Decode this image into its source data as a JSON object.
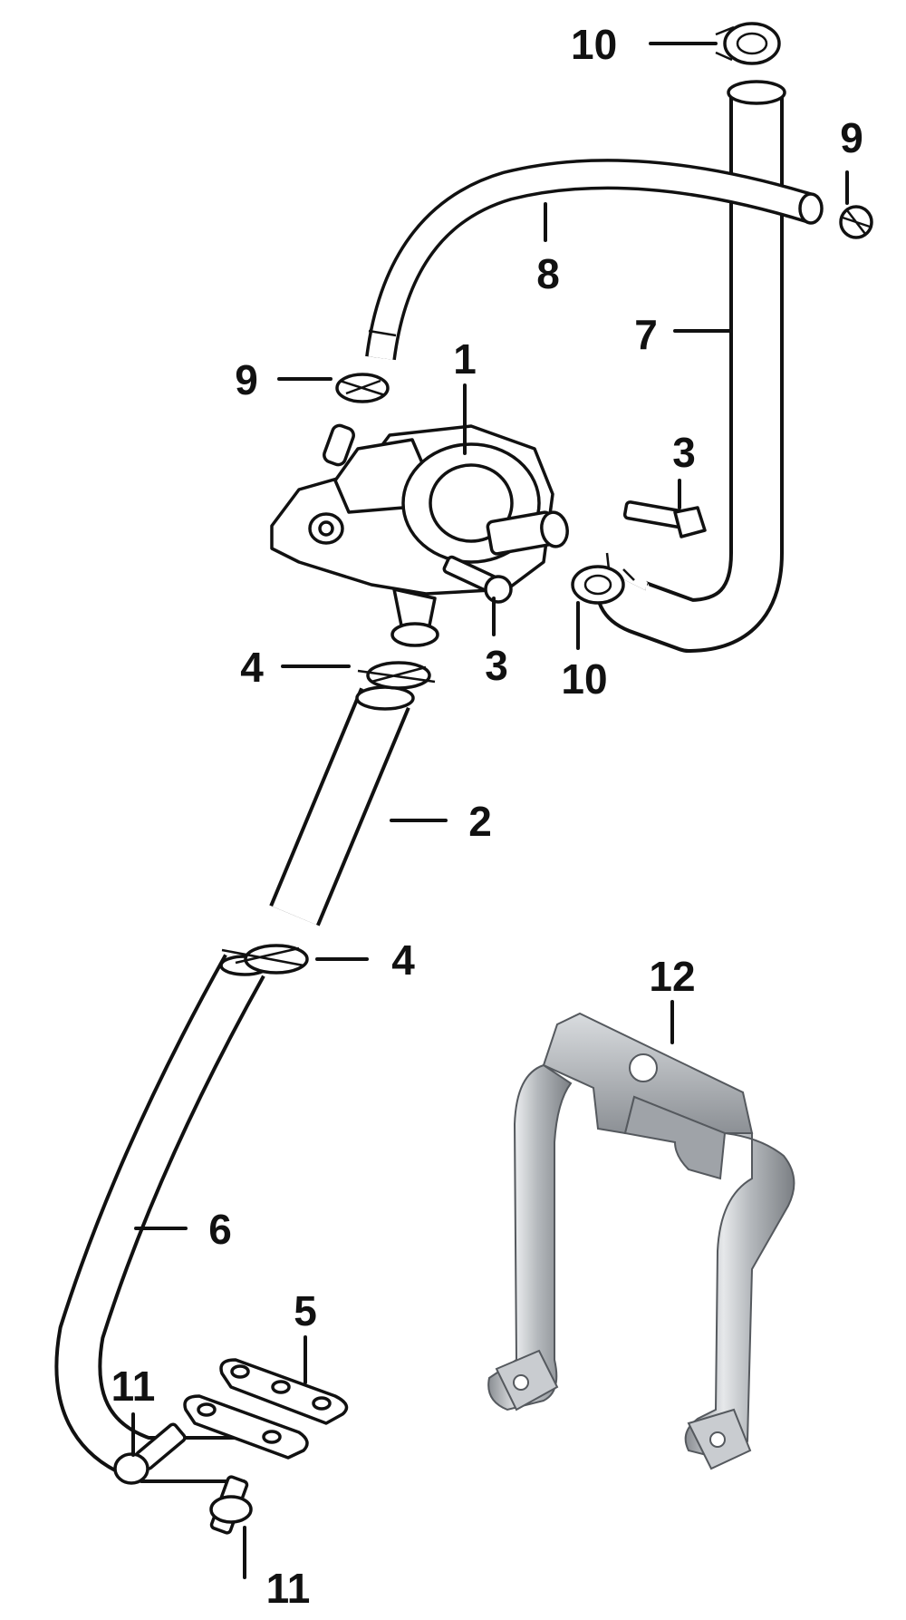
{
  "diagram": {
    "callouts": [
      {
        "id": "c10a",
        "label": "10"
      },
      {
        "id": "c9a",
        "label": "9"
      },
      {
        "id": "c8",
        "label": "8"
      },
      {
        "id": "c7",
        "label": "7"
      },
      {
        "id": "c9b",
        "label": "9"
      },
      {
        "id": "c1",
        "label": "1"
      },
      {
        "id": "c3a",
        "label": "3"
      },
      {
        "id": "c4a",
        "label": "4"
      },
      {
        "id": "c3b",
        "label": "3"
      },
      {
        "id": "c10b",
        "label": "10"
      },
      {
        "id": "c2",
        "label": "2"
      },
      {
        "id": "c4b",
        "label": "4"
      },
      {
        "id": "c12",
        "label": "12"
      },
      {
        "id": "c6",
        "label": "6"
      },
      {
        "id": "c5",
        "label": "5"
      },
      {
        "id": "c11a",
        "label": "11"
      },
      {
        "id": "c11b",
        "label": "11"
      }
    ],
    "colors": {
      "line": "#111111",
      "background": "#ffffff",
      "bracket_metal": "#b9bcc0",
      "bracket_shadow": "#7d8186",
      "bracket_highlight": "#e8eaec"
    }
  }
}
